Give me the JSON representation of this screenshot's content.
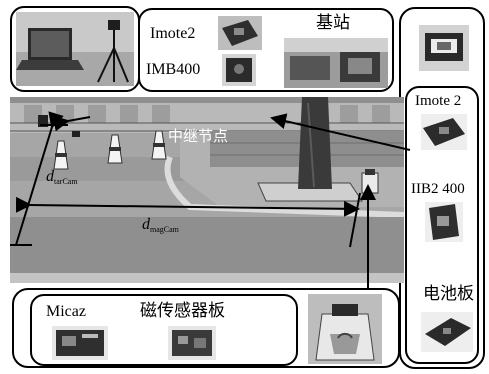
{
  "top_box": {
    "label_imote2": "Imote2",
    "label_imb400": "IMB400",
    "label_base_station": "基站"
  },
  "right_box": {
    "label_imote2": "Imote 2",
    "label_iib2400": "IIB2 400",
    "label_battery": "电池板"
  },
  "bottom_box": {
    "label_micaz": "Micaz",
    "label_magnetic_board": "磁传感器板"
  },
  "scene": {
    "relay_node_label": "中继节点",
    "d_tar_main": "d",
    "d_tar_sub": "tarCam",
    "d_mag_main": "d",
    "d_mag_sub": "magCam"
  }
}
